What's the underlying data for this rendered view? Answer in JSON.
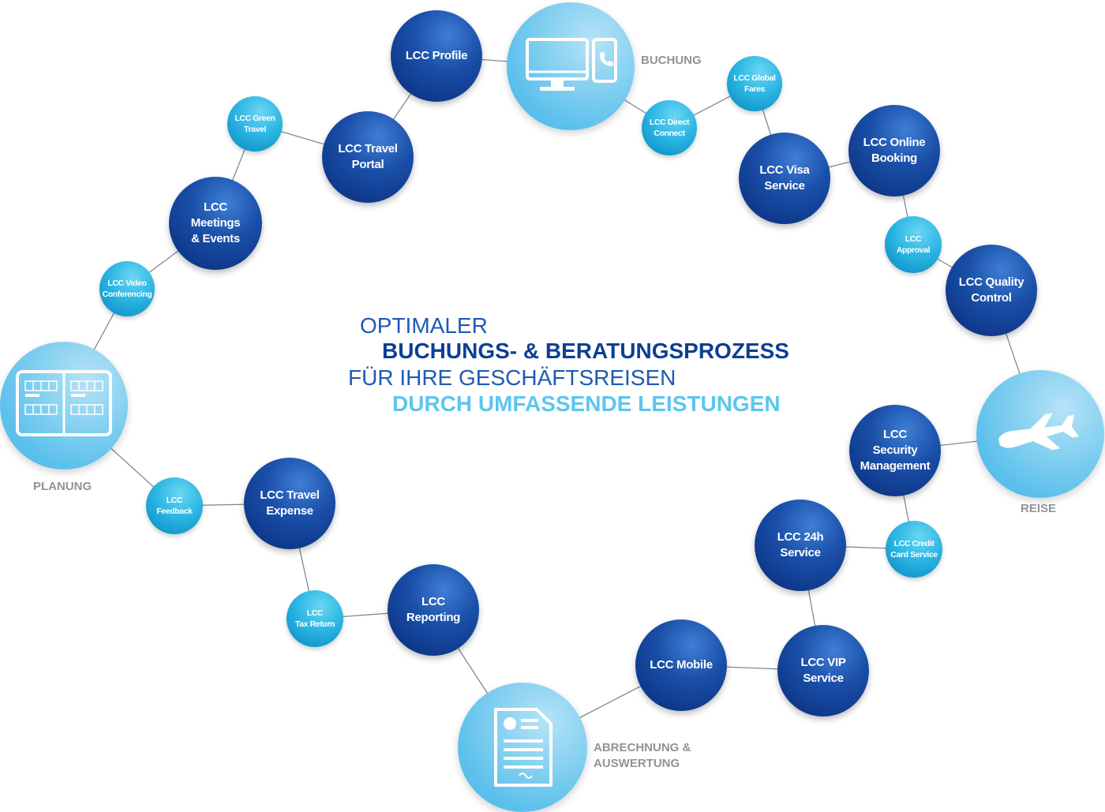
{
  "headline": {
    "line1": "OPTIMALER",
    "line2": "BUCHUNGS- & BERATUNGSPROZESS",
    "line3": "FÜR IHRE GESCHÄFTSREISEN",
    "line4": "DURCH UMFASSENDE LEISTUNGEN"
  },
  "colors": {
    "dark_node": "#0f3a8c",
    "small_node": "#1ba8dc",
    "hub": "#6ac7ef",
    "hub_label": "#8e9499",
    "headline_blue": "#1e5ab4",
    "headline_dark": "#0d3f93",
    "headline_light": "#5cc6ef",
    "connector": "#7f8a96"
  },
  "hubs": {
    "buchung": {
      "label": "BUCHUNG",
      "icon": "desktop-and-phone-icon"
    },
    "planung": {
      "label": "PLANUNG",
      "icon": "calendar-planner-icon"
    },
    "reise": {
      "label": "REISE",
      "icon": "airplane-icon"
    },
    "abrechnung": {
      "label": "ABRECHNUNG &\nAUSWERTUNG",
      "icon": "document-report-icon"
    }
  },
  "services": {
    "profile": "LCC Profile",
    "travel_portal": "LCC Travel\nPortal",
    "green_travel": "LCC Green\nTravel",
    "meetings": "LCC\nMeetings\n& Events",
    "video_conf": "LCC Video\nConferencing",
    "direct_connect": "LCC Direct\nConnect",
    "global_fares": "LCC Global\nFares",
    "visa": "LCC Visa\nService",
    "online_booking": "LCC Online\nBooking",
    "approval": "LCC\nApproval",
    "quality_control": "LCC Quality\nControl",
    "security": "LCC\nSecurity\nManagement",
    "credit_card": "LCC Credit\nCard Service",
    "service_24h": "LCC 24h\nService",
    "vip": "LCC VIP\nService",
    "mobile": "LCC Mobile",
    "reporting": "LCC\nReporting",
    "tax_return": "LCC\nTax Return",
    "travel_expense": "LCC Travel\nExpense",
    "feedback": "LCC\nFeedback"
  }
}
